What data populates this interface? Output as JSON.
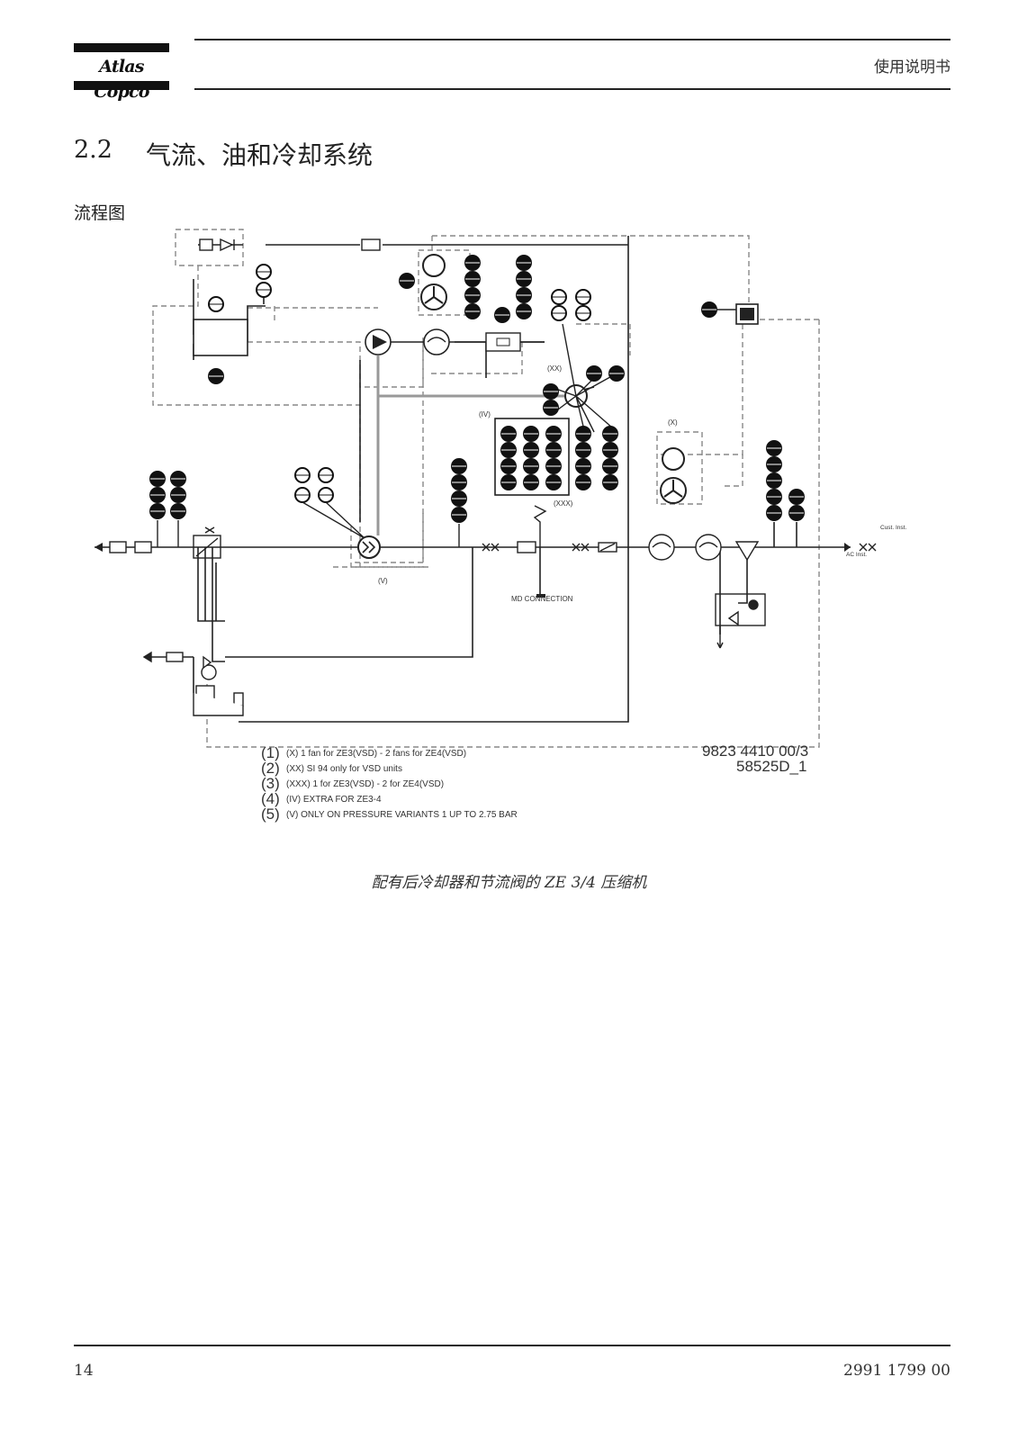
{
  "header": {
    "logo_text": "Atlas Copco",
    "doc_type": "使用说明书"
  },
  "section": {
    "number": "2.2",
    "title": "气流、油和冷却系统"
  },
  "subheading": "流程图",
  "diagram": {
    "labels": {
      "x": "(X)",
      "xx": "(XX)",
      "xxx": "(XXX)",
      "iv": "(IV)",
      "v": "(V)",
      "md_connection": "MD CONNECTION",
      "cust_inst": "Cust. Inst.",
      "ac_inst": "AC Inst.",
      "drawing_no": "9823 4410 00/3",
      "drawing_code": "58525D_1"
    },
    "notes": [
      {
        "num": "(1)",
        "text": "(X)  1 fan for ZE3(VSD) - 2 fans for ZE4(VSD)"
      },
      {
        "num": "(2)",
        "text": "(XX)  SI 94 only for VSD units"
      },
      {
        "num": "(3)",
        "text": "(XXX)  1 for ZE3(VSD) - 2 for ZE4(VSD)"
      },
      {
        "num": "(4)",
        "text": "(IV) EXTRA FOR ZE3-4"
      },
      {
        "num": "(5)",
        "text": "(V)    ONLY ON PRESSURE VARIANTS 1 UP TO 2.75 BAR"
      }
    ]
  },
  "caption": "配有后冷却器和节流阀的 ZE 3/4 压缩机",
  "footer": {
    "page_number": "14",
    "doc_number": "2991 1799 00"
  }
}
